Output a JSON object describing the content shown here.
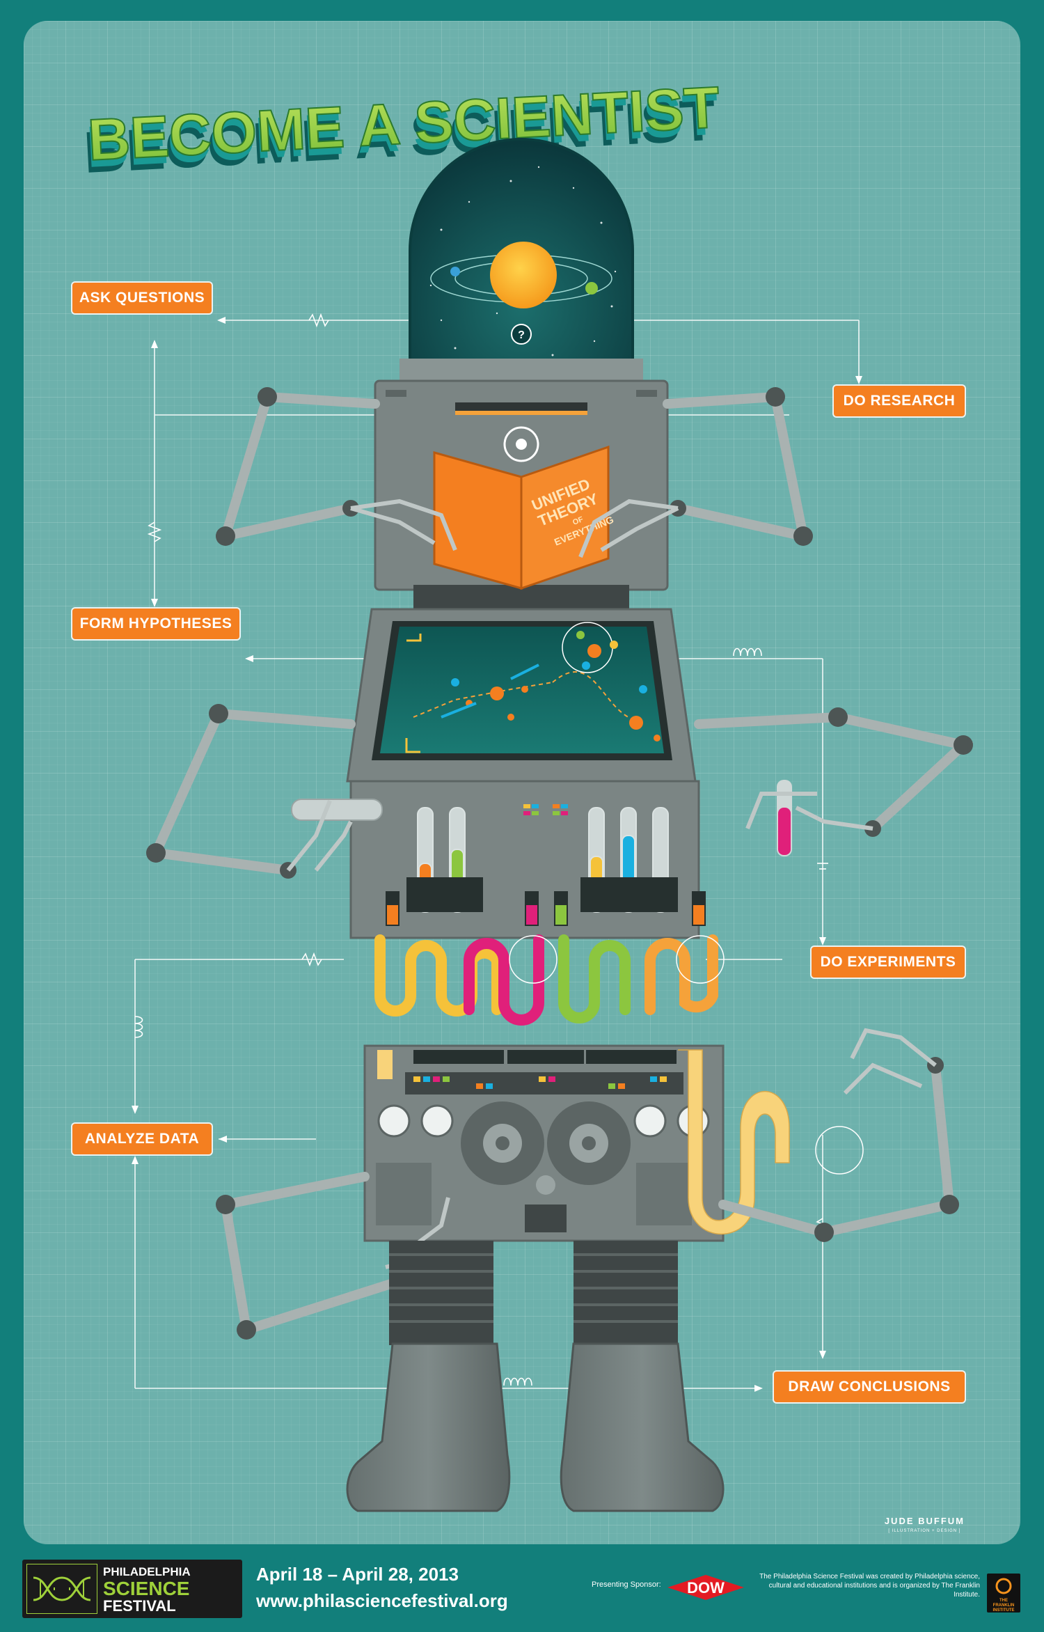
{
  "title": "BECOME A SCIENTIST",
  "steps": {
    "ask": "ASK QUESTIONS",
    "research": "DO RESEARCH",
    "hypotheses": "FORM HYPOTHESES",
    "experiments": "DO EXPERIMENTS",
    "analyze": "ANALYZE DATA",
    "conclusions": "DRAW CONCLUSIONS"
  },
  "book": {
    "line1": "UNIFIED",
    "line2": "THEORY",
    "line3": "OF",
    "line4": "EVERYTHING"
  },
  "credit": {
    "name": "JUDE BUFFUM",
    "sub": "[ ILLUSTRATION + DESIGN ]"
  },
  "footer": {
    "logo_line1": "PHILADELPHIA",
    "logo_line2": "SCIENCE",
    "logo_line3": "FESTIVAL",
    "dates": "April 18 – April 28, 2013",
    "website": "www.philasciencefestival.org",
    "sponsor_label": "Presenting Sponsor:",
    "sponsor": "DOW",
    "credits_text": "The Philadelphia Science Festival was created by Philadelphia science, cultural and educational institutions and is organized by The Franklin Institute.",
    "franklin": "THE FRANKLIN INSTITUTE"
  },
  "colors": {
    "background": "#127f7b",
    "poster": "#6db1ac",
    "accent_orange": "#f47f20",
    "title_green": "#8cc63f",
    "robot_gray": "#7b8584"
  },
  "icons": [
    "question-icon",
    "eye-icon",
    "dna-icon",
    "dow-diamond-icon",
    "franklin-sun-icon"
  ]
}
